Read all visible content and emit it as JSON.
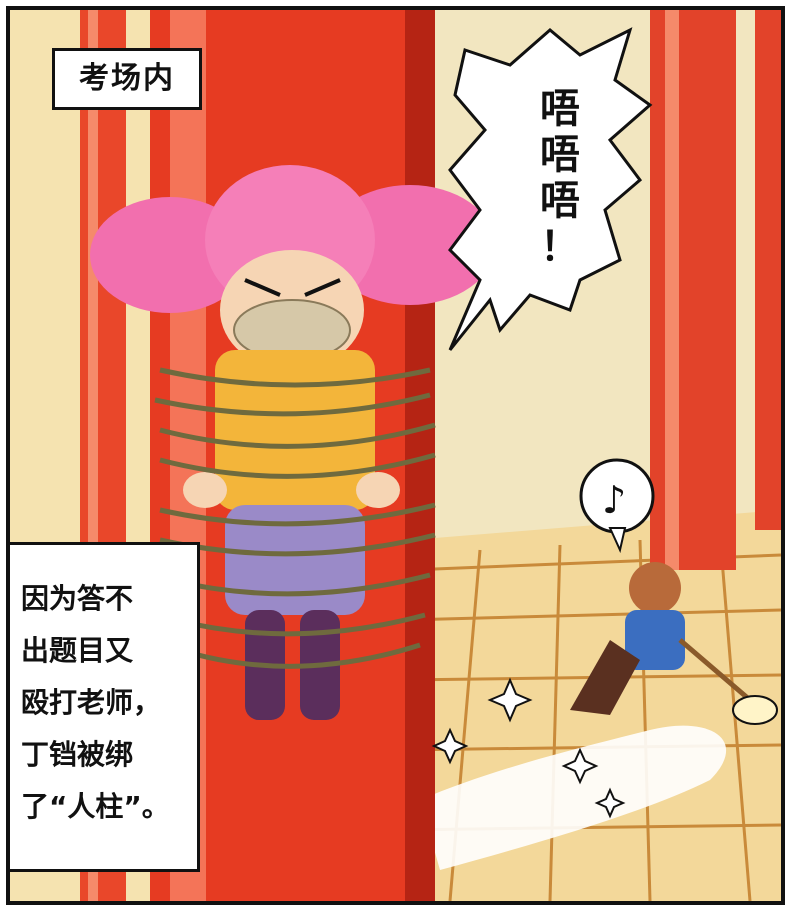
{
  "panel": {
    "location_caption": "考场内",
    "narration_lines": [
      "因为答不",
      "出题目又",
      "殴打老师，",
      "丁铛被绑",
      "了“人柱”。"
    ],
    "speech_lines": [
      "唔",
      "唔",
      "唔",
      "！"
    ],
    "music_note": "♪"
  }
}
